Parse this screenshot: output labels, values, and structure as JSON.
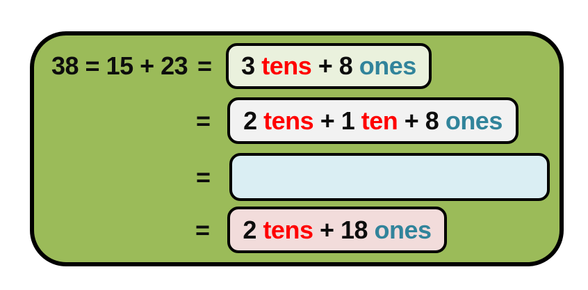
{
  "expression": {
    "label": "38 = 15 + 23",
    "equals": "="
  },
  "colors": {
    "panel_green": "#9BBB59",
    "text_black": "#0D0D0D",
    "tens_red": "#FF0000",
    "ones_teal": "#31849B"
  },
  "rows": [
    {
      "value": "3 tens + 8 ones",
      "box_bg": "#EAF1DD",
      "parts": [
        {
          "text": "3 ",
          "color": "#0D0D0D"
        },
        {
          "text": "tens",
          "color": "#FF0000"
        },
        {
          "text": " + 8 ",
          "color": "#0D0D0D"
        },
        {
          "text": "ones",
          "color": "#31849B"
        }
      ]
    },
    {
      "value": "2 tens + 1 ten + 8 ones",
      "box_bg": "#F2F2F2",
      "parts": [
        {
          "text": "2 ",
          "color": "#0D0D0D"
        },
        {
          "text": "tens",
          "color": "#FF0000"
        },
        {
          "text": " + 1 ",
          "color": "#0D0D0D"
        },
        {
          "text": "ten",
          "color": "#FF0000"
        },
        {
          "text": " + 8 ",
          "color": "#0D0D0D"
        },
        {
          "text": "ones",
          "color": "#31849B"
        }
      ]
    },
    {
      "value": "",
      "box_bg": "#DAEEF3",
      "parts": []
    },
    {
      "value": "2 tens + 18 ones",
      "box_bg": "#F2DCDB",
      "parts": [
        {
          "text": "2 ",
          "color": "#0D0D0D"
        },
        {
          "text": "tens",
          "color": "#FF0000"
        },
        {
          "text": " + 18 ",
          "color": "#0D0D0D"
        },
        {
          "text": "ones",
          "color": "#31849B"
        }
      ]
    }
  ]
}
